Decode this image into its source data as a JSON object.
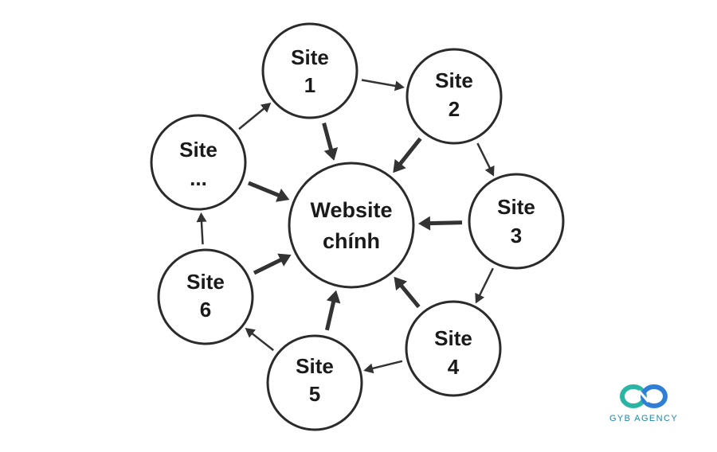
{
  "diagram": {
    "center": {
      "line1": "Website",
      "line2": "chính"
    },
    "nodes": [
      {
        "id": "site-1",
        "line1": "Site",
        "line2": "1"
      },
      {
        "id": "site-2",
        "line1": "Site",
        "line2": "2"
      },
      {
        "id": "site-3",
        "line1": "Site",
        "line2": "3"
      },
      {
        "id": "site-4",
        "line1": "Site",
        "line2": "4"
      },
      {
        "id": "site-5",
        "line1": "Site",
        "line2": "5"
      },
      {
        "id": "site-6",
        "line1": "Site",
        "line2": "6"
      },
      {
        "id": "site-more",
        "line1": "Site",
        "line2": "..."
      }
    ],
    "ring_links": [
      {
        "from": "site-1",
        "to": "site-2"
      },
      {
        "from": "site-2",
        "to": "site-3"
      },
      {
        "from": "site-3",
        "to": "site-4"
      },
      {
        "from": "site-4",
        "to": "site-5"
      },
      {
        "from": "site-5",
        "to": "site-6"
      },
      {
        "from": "site-6",
        "to": "site-more"
      },
      {
        "from": "site-more",
        "to": "site-1"
      }
    ],
    "center_links": [
      {
        "from": "site-1",
        "to": "center"
      },
      {
        "from": "site-2",
        "to": "center"
      },
      {
        "from": "site-3",
        "to": "center"
      },
      {
        "from": "site-4",
        "to": "center"
      },
      {
        "from": "site-5",
        "to": "center"
      },
      {
        "from": "site-6",
        "to": "center"
      },
      {
        "from": "site-more",
        "to": "center"
      }
    ]
  },
  "logo": {
    "name": "GYB AGENCY",
    "colors": {
      "teal": "#2bb5a5",
      "blue": "#2f7fd6"
    }
  }
}
